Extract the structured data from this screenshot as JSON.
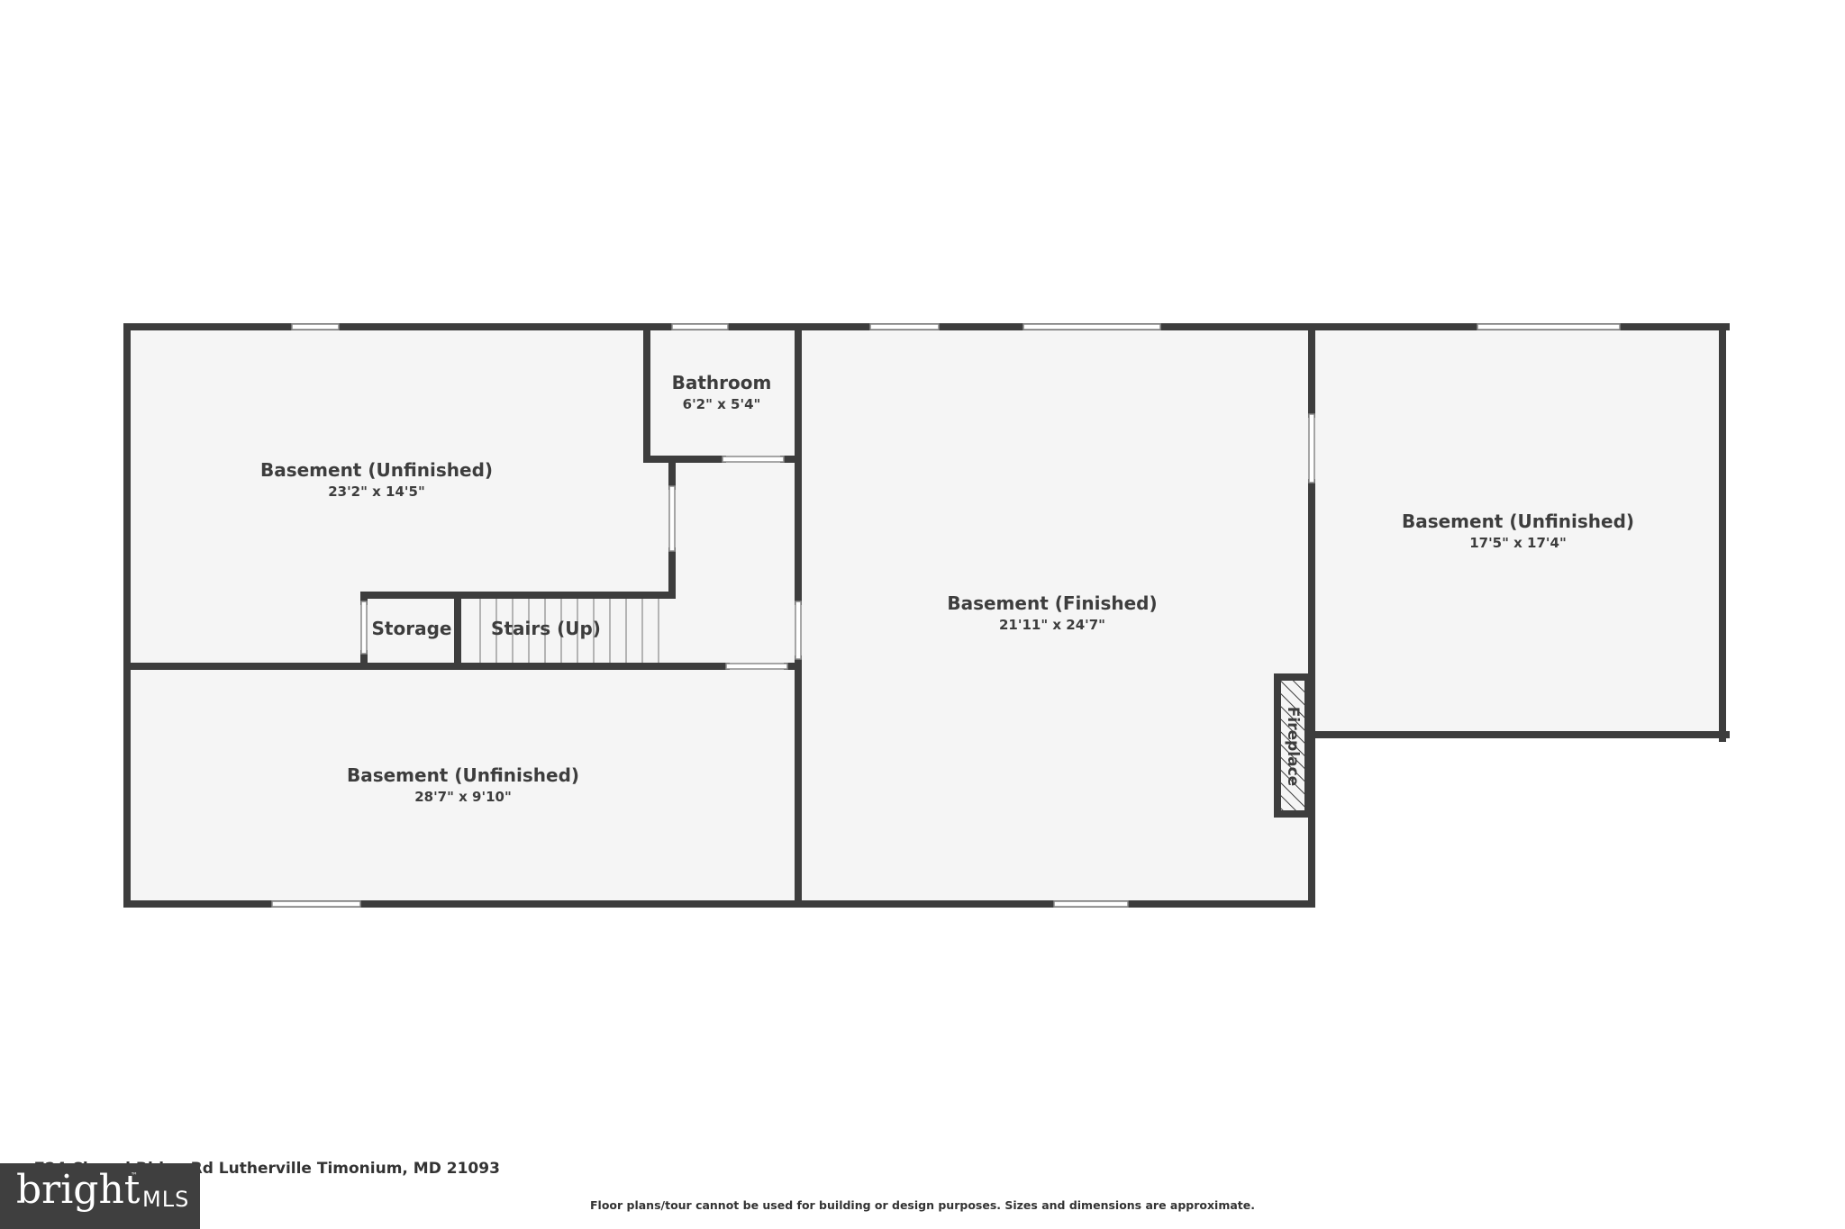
{
  "rooms": [
    {
      "name": "Basement (Unfinished)",
      "dims": "23'2\" x 14'5\""
    },
    {
      "name": "Bathroom",
      "dims": "6'2\" x 5'4\""
    },
    {
      "name": "Storage"
    },
    {
      "name": "Stairs (Up)"
    },
    {
      "name": "Basement (Unfinished)",
      "dims": "28'7\" x 9'10\""
    },
    {
      "name": "Basement (Finished)",
      "dims": "21'11\" x 24'7\""
    },
    {
      "name": "Basement (Unfinished)",
      "dims": "17'5\" x 17'4\""
    }
  ],
  "fireplace_label": "Fireplace",
  "footer": {
    "address": "724 Chapel Ridge Rd Lutherville Timonium, MD 21093",
    "disclaimer": "Floor plans/tour cannot be used for building or design purposes. Sizes and dimensions are approximate."
  },
  "logo": {
    "word": "bright",
    "suffix": "MLS",
    "tm": "™"
  },
  "colors": {
    "wall": "#3d3d3d",
    "floor": "#f5f5f5",
    "background": "#ffffff"
  }
}
